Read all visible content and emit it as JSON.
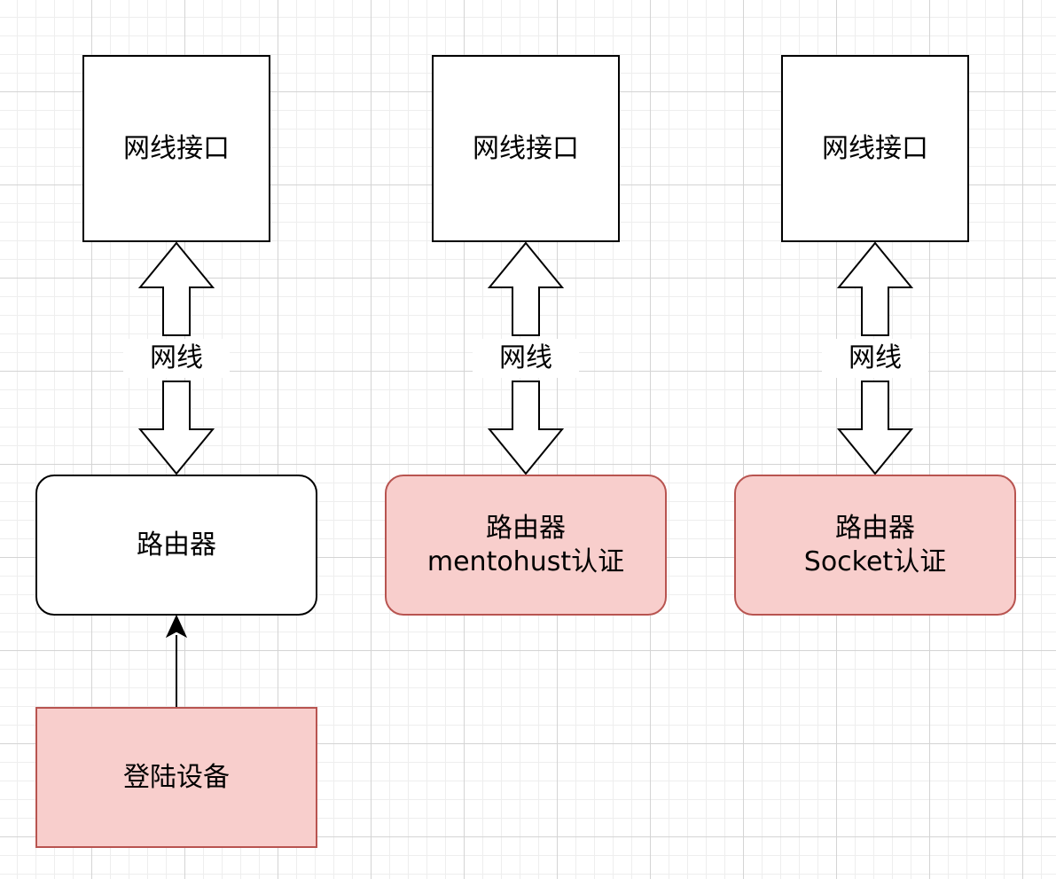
{
  "columns": [
    {
      "port": {
        "label": "网线接口"
      },
      "cable": {
        "label": "网线"
      },
      "router": {
        "line1": "路由器",
        "line2": ""
      }
    },
    {
      "port": {
        "label": "网线接口"
      },
      "cable": {
        "label": "网线"
      },
      "router": {
        "line1": "路由器",
        "line2": "mentohust认证"
      }
    },
    {
      "port": {
        "label": "网线接口"
      },
      "cable": {
        "label": "网线"
      },
      "router": {
        "line1": "路由器",
        "line2": "Socket认证"
      }
    }
  ],
  "login_device": {
    "label": "登陆设备"
  },
  "colors": {
    "stroke": "#000000",
    "red_fill": "#f8cecc",
    "red_stroke": "#b85450"
  }
}
